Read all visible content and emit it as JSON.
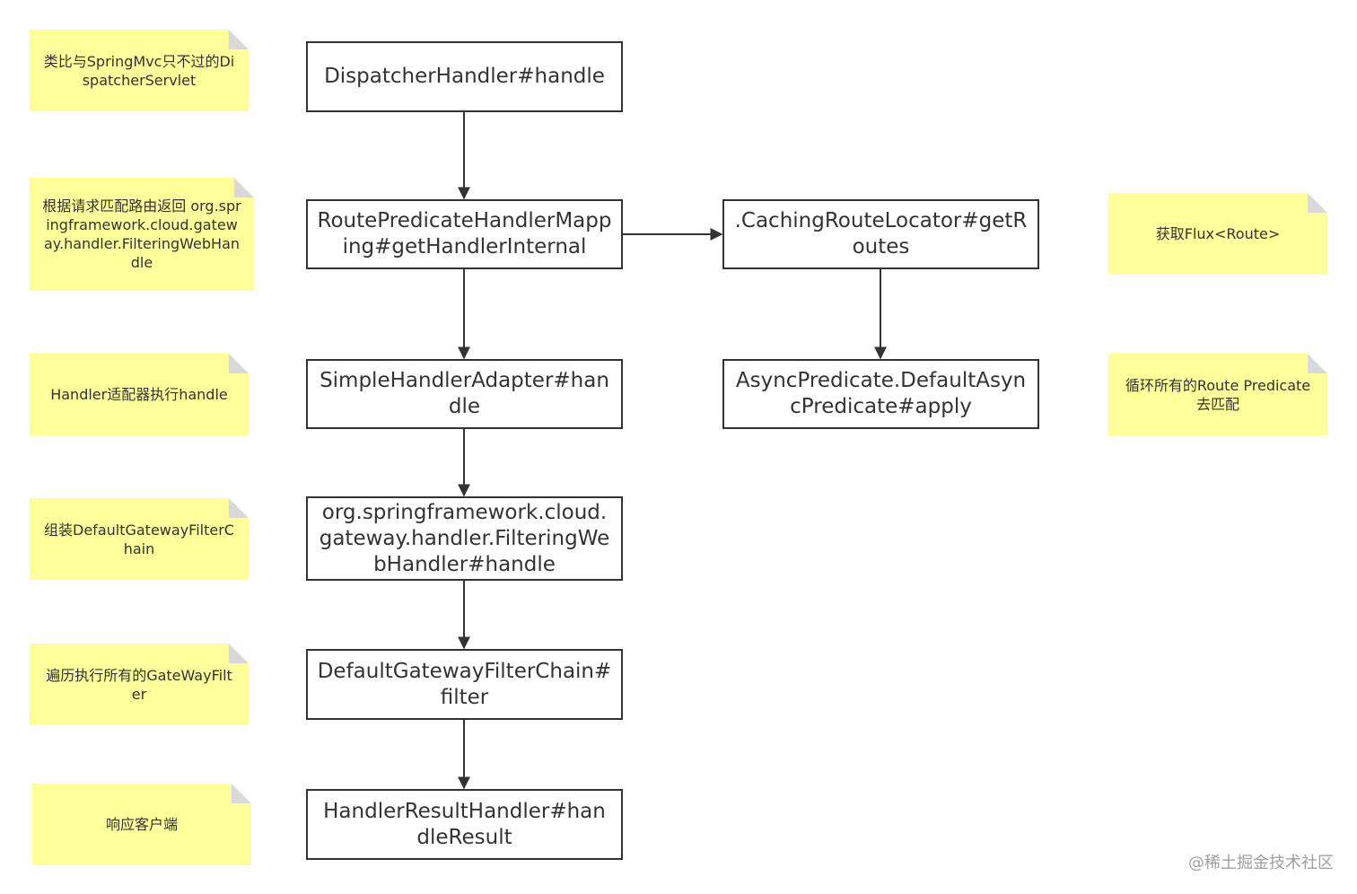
{
  "colors": {
    "node_border": "#333333",
    "note_background": "#ffff9b",
    "note_fold": "#d9d9d9",
    "edge": "#333333"
  },
  "nodes": {
    "dispatcher": "DispatcherHandler#handle",
    "route_predicate": "RoutePredicateHandlerMapping#getHandlerInternal",
    "caching_locator": ".CachingRouteLocator#getRoutes",
    "simple_adapter": "SimpleHandlerAdapter#handle",
    "async_predicate": "AsyncPredicate.DefaultAsyncPredicate#apply",
    "filtering_web": "org.springframework.cloud.gateway.handler.FilteringWebHandler#handle",
    "filter_chain": "DefaultGatewayFilterChain#filter",
    "result_handler": "HandlerResultHandler#handleResult"
  },
  "notes": {
    "note_dispatcher": "类比与SpringMvc只不过的DispatcherServlet",
    "note_route": "根据请求匹配路由返回 org.springframework.cloud.gateway.handler.FilteringWebHandle",
    "note_adapter": "Handler适配器执行handle",
    "note_chain": "组装DefaultGatewayFilterChain",
    "note_filter": "遍历执行所有的GateWayFilter",
    "note_response": "响应客户端",
    "note_flux": "获取Flux<Route>",
    "note_predicate": "循环所有的Route Predicate去匹配"
  },
  "watermark": "@稀土掘金技术社区"
}
